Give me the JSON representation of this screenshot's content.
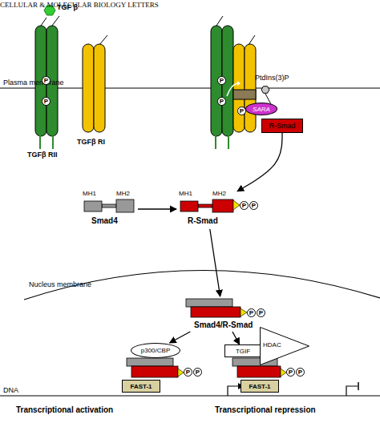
{
  "diagram": {
    "nodes": [
      {
        "text": [
          "SARA"
        ]
      },
      {
        "text": [
          "R-Smad"
        ]
      },
      {
        "text": [
          "MH1",
          "MH2",
          "Smad4"
        ]
      },
      {
        "text": [
          "MH1",
          "MH2",
          "R-Smad"
        ]
      },
      {
        "text": [
          "Smad4/R-Smad"
        ]
      },
      {
        "text": [
          "p300/CBP"
        ]
      },
      {
        "text": [
          "FAST-1"
        ]
      },
      {
        "text": [
          "TGIF"
        ]
      },
      {
        "text": [
          "HDAC"
        ]
      },
      {
        "text": [
          "FAST-1"
        ]
      }
    ],
    "edges": [
      {
        "from": 1,
        "to": 3,
        "arrow": "to"
      },
      {
        "from": 2,
        "to": 3,
        "arrow": "to"
      },
      {
        "from": 3,
        "to": 4,
        "arrow": "to"
      },
      {
        "from": 4,
        "to": 5,
        "arrow": "to"
      },
      {
        "from": 4,
        "to": 7,
        "arrow": "to"
      }
    ],
    "labels": [
      "CELLULAR & MOLECULAR BIOLOGY LETTERS",
      "TGF β",
      "Plasma membrane",
      "P",
      "P",
      "TGFβ RII",
      "TGFβ RI",
      "P",
      "P",
      "P",
      "PtdIns(3)P",
      "P",
      "P",
      "Nucleus membrane",
      "P",
      "P",
      "P",
      "P",
      "DNA",
      "Transcriptional activation",
      "P",
      "P",
      "Transcriptional repression"
    ]
  }
}
